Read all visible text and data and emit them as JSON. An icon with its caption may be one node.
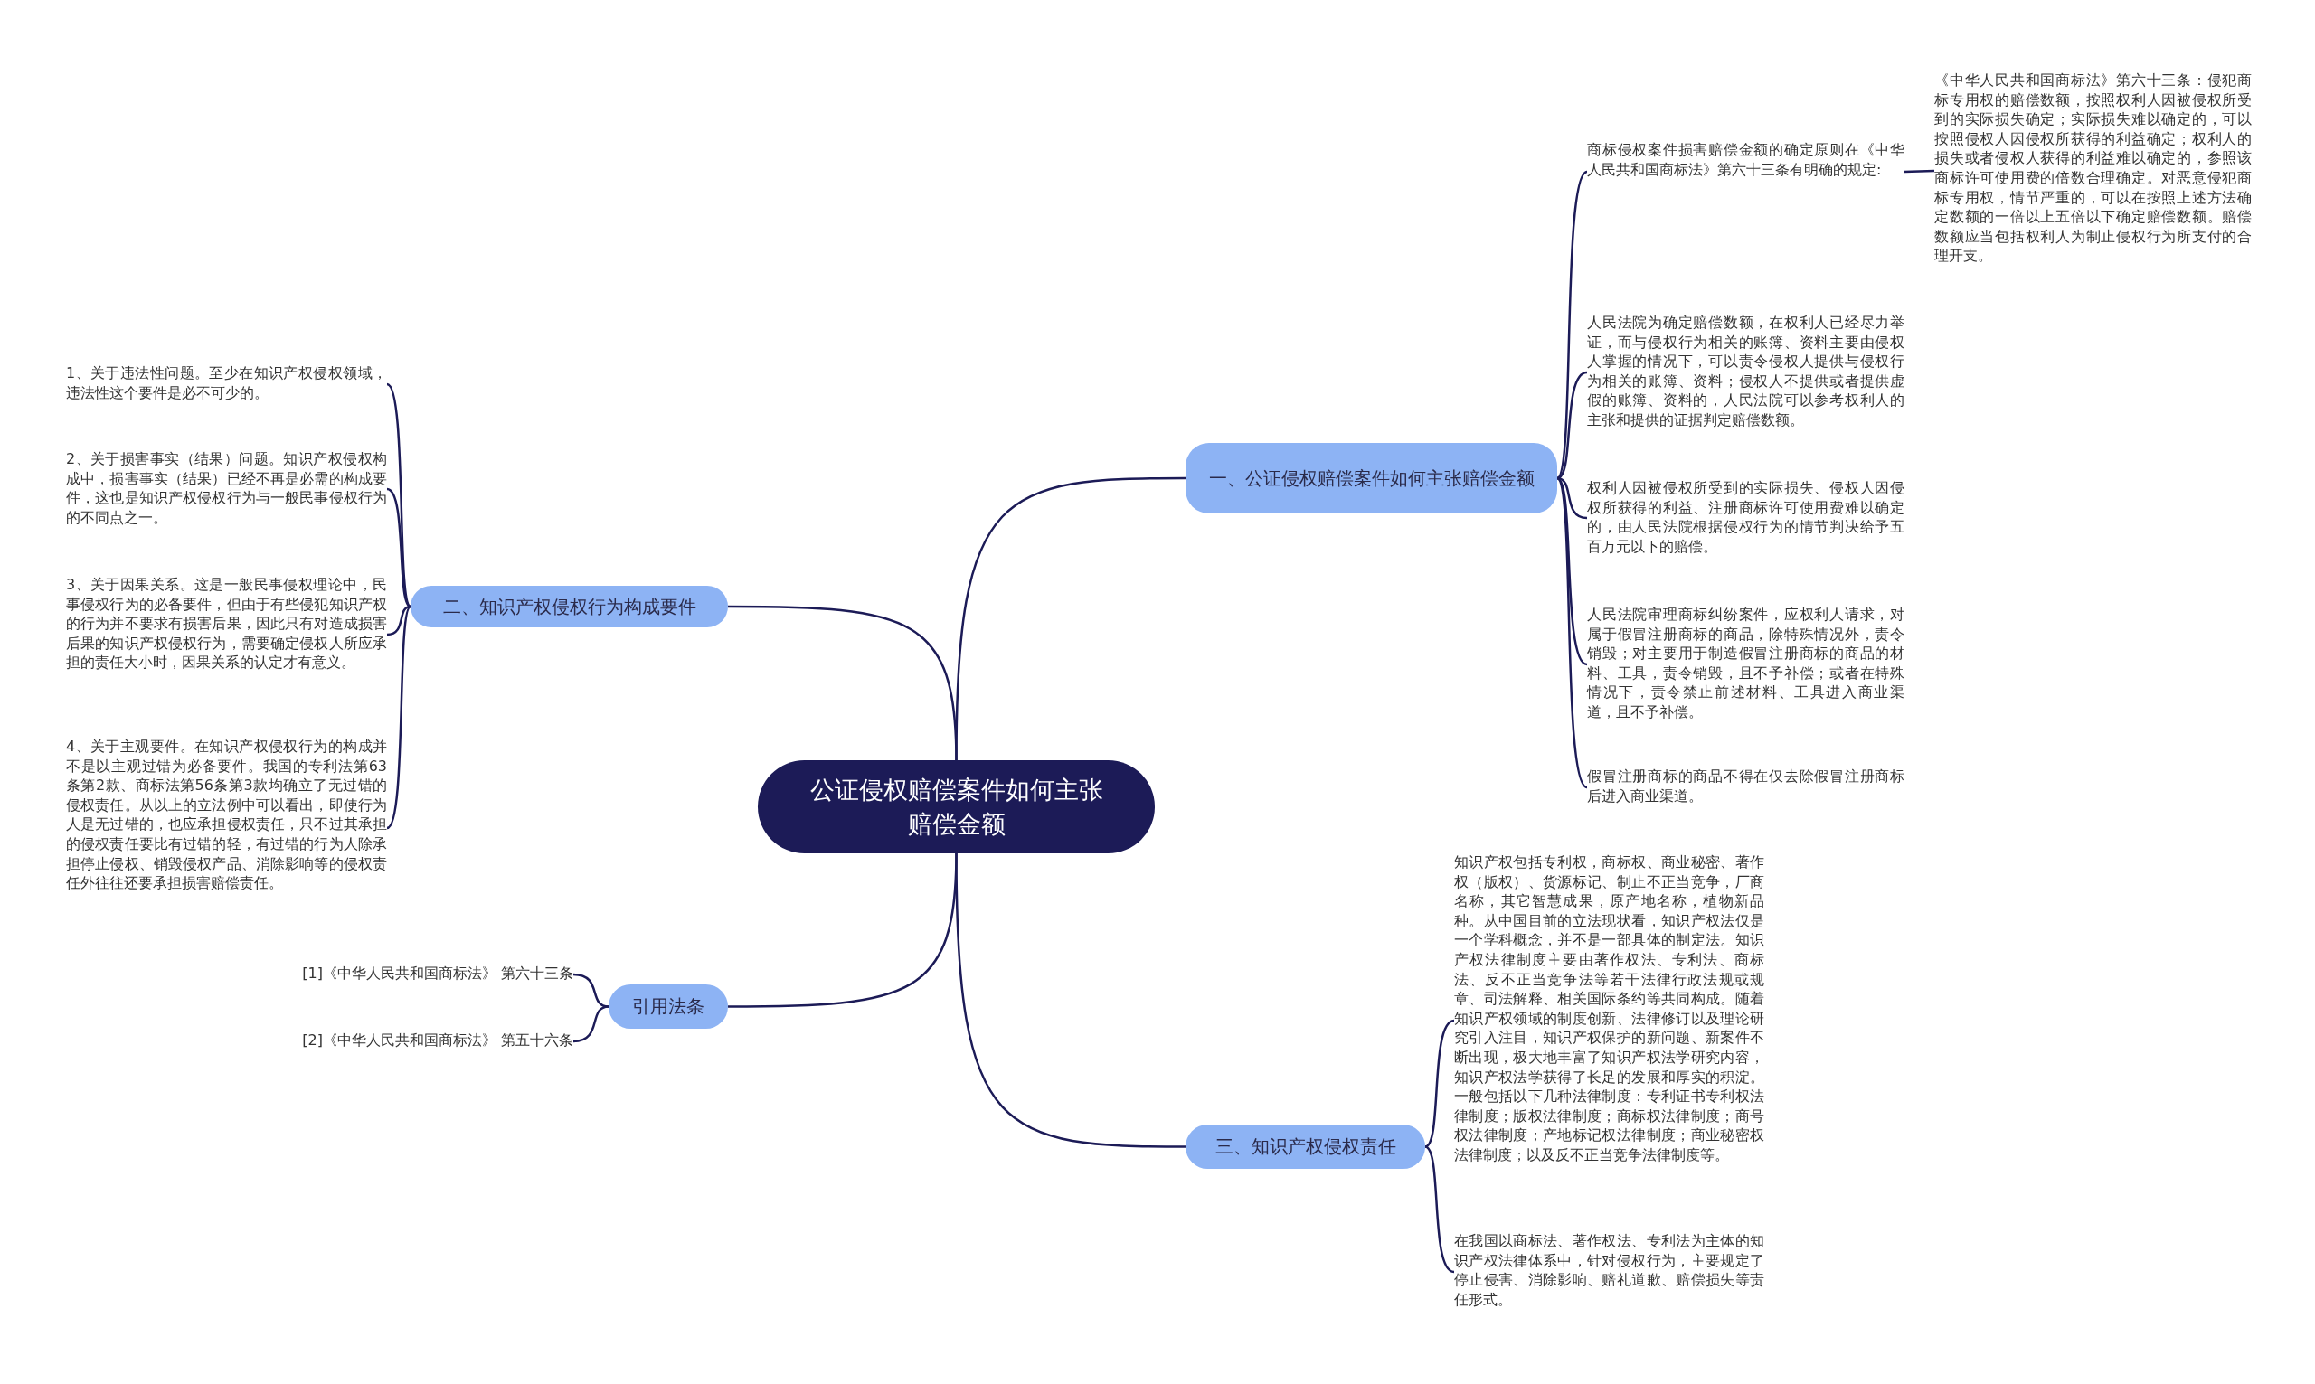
{
  "diagram": {
    "nodes": [
      {
        "text": [
          "公证侵权赔偿案件如何主张赔偿金额"
        ]
      },
      {
        "text": [
          "一、公证侵权赔偿案件如何主张赔偿金额"
        ]
      },
      {
        "text": [
          "商标侵权案件损害赔偿金额的确定原则在《中华人民共和国商标法》第六十三条有明确的规定:"
        ]
      },
      {
        "text": [
          "《中华人民共和国商标法》第六十三条：侵犯商标专用权的赔偿数额，按照权利人因被侵权所受到的实际损失确定；实际损失难以确定的，可以按照侵权人因侵权所获得的利益确定；权利人的损失或者侵权人获得的利益难以确定的，参照该商标许可使用费的倍数合理确定。对恶意侵犯商标专用权，情节严重的，可以在按照上述方法确定数额的一倍以上五倍以下确定赔偿数额。赔偿数额应当包括权利人为制止侵权行为所支付的合理开支。"
        ]
      },
      {
        "text": [
          "人民法院为确定赔偿数额，在权利人已经尽力举证，而与侵权行为相关的账簿、资料主要由侵权人掌握的情况下，可以责令侵权人提供与侵权行为相关的账簿、资料；侵权人不提供或者提供虚假的账簿、资料的，人民法院可以参考权利人的主张和提供的证据判定赔偿数额。"
        ]
      },
      {
        "text": [
          "权利人因被侵权所受到的实际损失、侵权人因侵权所获得的利益、注册商标许可使用费难以确定的，由人民法院根据侵权行为的情节判决给予五百万元以下的赔偿。"
        ]
      },
      {
        "text": [
          "人民法院审理商标纠纷案件，应权利人请求，对属于假冒注册商标的商品，除特殊情况外，责令销毁；对主要用于制造假冒注册商标的商品的材料、工具，责令销毁，且不予补偿；或者在特殊情况下，责令禁止前述材料、工具进入商业渠道，且不予补偿。"
        ]
      },
      {
        "text": [
          "假冒注册商标的商品不得在仅去除假冒注册商标后进入商业渠道。"
        ]
      },
      {
        "text": [
          "二、知识产权侵权行为构成要件"
        ]
      },
      {
        "text": [
          "1、关于违法性问题。至少在知识产权侵权领域，违法性这个要件是必不可少的。"
        ]
      },
      {
        "text": [
          "2、关于损害事实（结果）问题。知识产权侵权构成中，损害事实（结果）已经不再是必需的构成要件，这也是知识产权侵权行为与一般民事侵权行为的不同点之一。"
        ]
      },
      {
        "text": [
          "3、关于因果关系。这是一般民事侵权理论中，民事侵权行为的必备要件，但由于有些侵犯知识产权的行为并不要求有损害后果，因此只有对造成损害后果的知识产权侵权行为，需要确定侵权人所应承担的责任大小时，因果关系的认定才有意义。"
        ]
      },
      {
        "text": [
          "4、关于主观要件。在知识产权侵权行为的构成并不是以主观过错为必备要件。我国的专利法第63条第2款、商标法第56条第3款均确立了无过错的侵权责任。从以上的立法例中可以看出，即使行为人是无过错的，也应承担侵权责任，只不过其承担的侵权责任要比有过错的轻，有过错的行为人除承担停止侵权、销毁侵权产品、消除影响等的侵权责任外往往还要承担损害赔偿责任。"
        ]
      },
      {
        "text": [
          "引用法条"
        ]
      },
      {
        "text": [
          "[1]《中华人民共和国商标法》 第六十三条"
        ]
      },
      {
        "text": [
          "[2]《中华人民共和国商标法》 第五十六条"
        ]
      },
      {
        "text": [
          "三、知识产权侵权责任"
        ]
      },
      {
        "text": [
          "知识产权包括专利权，商标权、商业秘密、著作权（版权）、货源标记、制止不正当竞争，厂商名称，其它智慧成果，原产地名称，植物新品种。从中国目前的立法现状看，知识产权法仅是一个学科概念，并不是一部具体的制定法。知识产权法律制度主要由著作权法、专利法、商标法、反不正当竞争法等若干法律行政法规或规章、司法解释、相关国际条约等共同构成。随着知识产权领域的制度创新、法律修订以及理论研究引入注目，知识产权保护的新问题、新案件不断出现，极大地丰富了知识产权法学研究内容，知识产权法学获得了长足的发展和厚实的积淀。一般包括以下几种法律制度：专利证书专利权法律制度；版权法律制度；商标权法律制度；商号权法律制度；产地标记权法律制度；商业秘密权法律制度；以及反不正当竞争法律制度等。"
        ]
      },
      {
        "text": [
          "在我国以商标法、著作权法、专利法为主体的知识产权法律体系中，针对侵权行为，主要规定了停止侵害、消除影响、赔礼道歉、赔偿损失等责任形式。"
        ]
      }
    ],
    "edges": [
      {
        "from": 0,
        "to": 1,
        "arrow": "none"
      },
      {
        "from": 1,
        "to": 2,
        "arrow": "none"
      },
      {
        "from": 2,
        "to": 3,
        "arrow": "none"
      },
      {
        "from": 1,
        "to": 4,
        "arrow": "none"
      },
      {
        "from": 1,
        "to": 5,
        "arrow": "none"
      },
      {
        "from": 1,
        "to": 6,
        "arrow": "none"
      },
      {
        "from": 1,
        "to": 7,
        "arrow": "none"
      },
      {
        "from": 0,
        "to": 8,
        "arrow": "none"
      },
      {
        "from": 8,
        "to": 9,
        "arrow": "none"
      },
      {
        "from": 8,
        "to": 10,
        "arrow": "none"
      },
      {
        "from": 8,
        "to": 11,
        "arrow": "none"
      },
      {
        "from": 8,
        "to": 12,
        "arrow": "none"
      },
      {
        "from": 0,
        "to": 13,
        "arrow": "none"
      },
      {
        "from": 13,
        "to": 14,
        "arrow": "none"
      },
      {
        "from": 13,
        "to": 15,
        "arrow": "none"
      },
      {
        "from": 0,
        "to": 16,
        "arrow": "none"
      },
      {
        "from": 16,
        "to": 17,
        "arrow": "none"
      },
      {
        "from": 16,
        "to": 18,
        "arrow": "none"
      }
    ]
  }
}
